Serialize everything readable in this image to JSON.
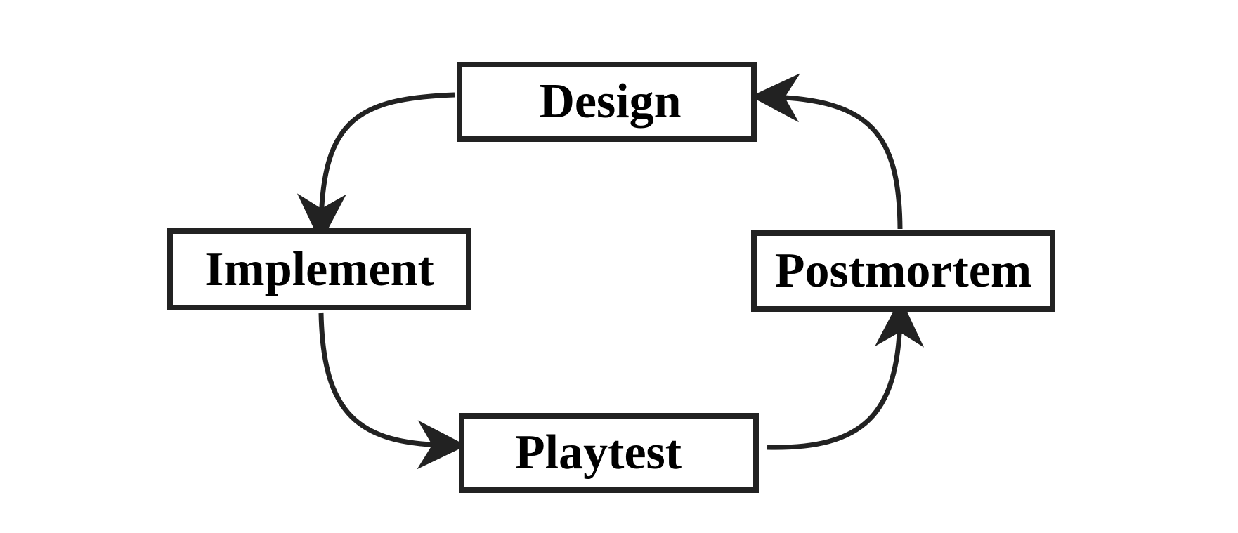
{
  "nodes": {
    "design": "Design",
    "implement": "Implement",
    "postmortem": "Postmortem",
    "playtest": "Playtest"
  },
  "edges": [
    {
      "from": "design",
      "to": "implement"
    },
    {
      "from": "implement",
      "to": "playtest"
    },
    {
      "from": "playtest",
      "to": "postmortem"
    },
    {
      "from": "postmortem",
      "to": "design"
    }
  ],
  "colors": {
    "stroke": "#222222",
    "text": "#000000",
    "background": "#ffffff"
  }
}
